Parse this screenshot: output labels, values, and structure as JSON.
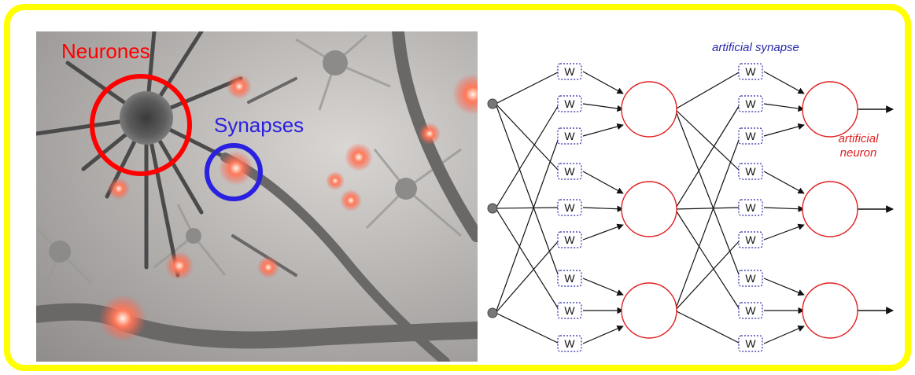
{
  "photo": {
    "neurones_label": "Neurones",
    "synapses_label": "Synapses",
    "neurones_color": "#ff0000",
    "synapses_color": "#2a20e0"
  },
  "diagram": {
    "weight_label": "W",
    "synapse_caption": "artificial synapse",
    "neuron_caption_line1": "artificial",
    "neuron_caption_line2": "neuron",
    "synapse_color": "#2a2aaa",
    "neuron_color": "#e02020",
    "inputs": 3,
    "hidden_neurons": 3,
    "output_neurons": 3
  }
}
